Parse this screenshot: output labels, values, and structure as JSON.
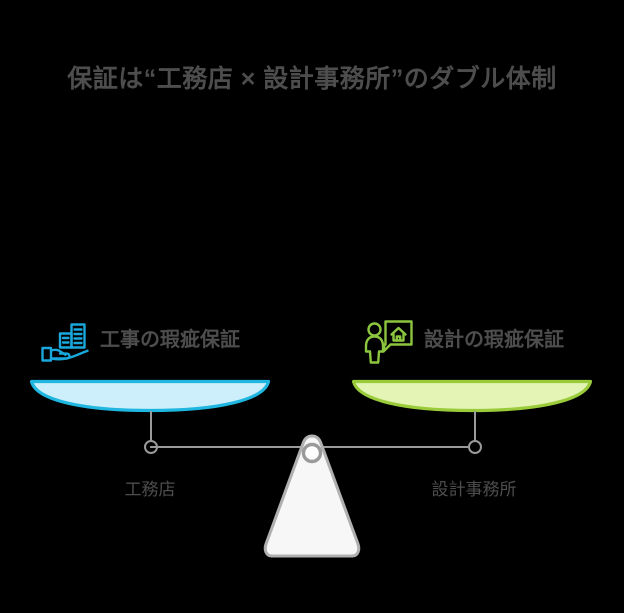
{
  "title": "保証は“工務店 × 設計事務所”のダブル体制",
  "colors": {
    "text": "#4d4d4d",
    "background": "#000000",
    "left_accent": "#19a7dc",
    "left_pan_fill": "#cdeefb",
    "left_pan_stroke": "#1fb6e0",
    "right_accent": "#8cc63e",
    "right_pan_fill": "#e4f4b4",
    "right_pan_stroke": "#9acb3b",
    "hardware": "#9a9a9a",
    "fulcrum_fill": "#f7f7f7",
    "fulcrum_stroke": "#b0b0b0"
  },
  "scale": {
    "left_side": {
      "icon_name": "hand-holding-building-icon",
      "label": "工事の瑕疵保証",
      "base_label": "工務店"
    },
    "right_side": {
      "icon_name": "person-speech-bubble-house-icon",
      "label": "設計の瑕疵保証",
      "base_label": "設計事務所"
    }
  }
}
